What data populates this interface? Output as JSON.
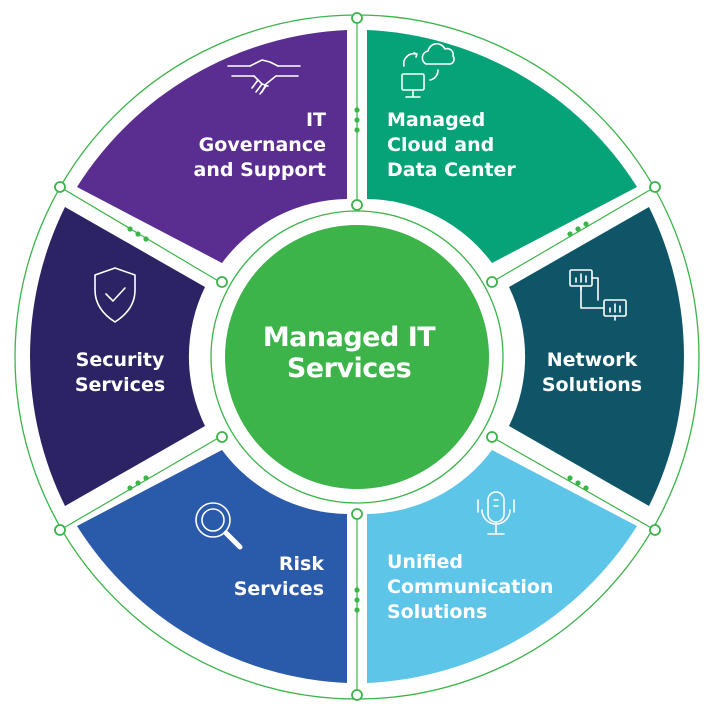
{
  "center": {
    "line1": "Managed IT",
    "line2": "Services",
    "color": "#3cb44a"
  },
  "segments": [
    {
      "id": "it-governance",
      "lines": [
        "IT",
        "Governance",
        "and Support"
      ],
      "color": "#5a2d91",
      "icon": "handshake-icon"
    },
    {
      "id": "managed-cloud",
      "lines": [
        "Managed",
        "Cloud and",
        "Data Center"
      ],
      "color": "#06a378",
      "icon": "cloud-computer-icon"
    },
    {
      "id": "network-solutions",
      "lines": [
        "Network",
        "Solutions"
      ],
      "color": "#0f5567",
      "icon": "network-icon"
    },
    {
      "id": "unified-communication",
      "lines": [
        "Unified",
        "Communication",
        "Solutions"
      ],
      "color": "#5cc5e8",
      "icon": "microphone-icon"
    },
    {
      "id": "risk-services",
      "lines": [
        "Risk",
        "Services"
      ],
      "color": "#2a5aaa",
      "icon": "magnifier-icon"
    },
    {
      "id": "security-services",
      "lines": [
        "Security",
        "Services"
      ],
      "color": "#2b2364",
      "icon": "shield-check-icon"
    }
  ],
  "ring_color": "#3cb44a"
}
